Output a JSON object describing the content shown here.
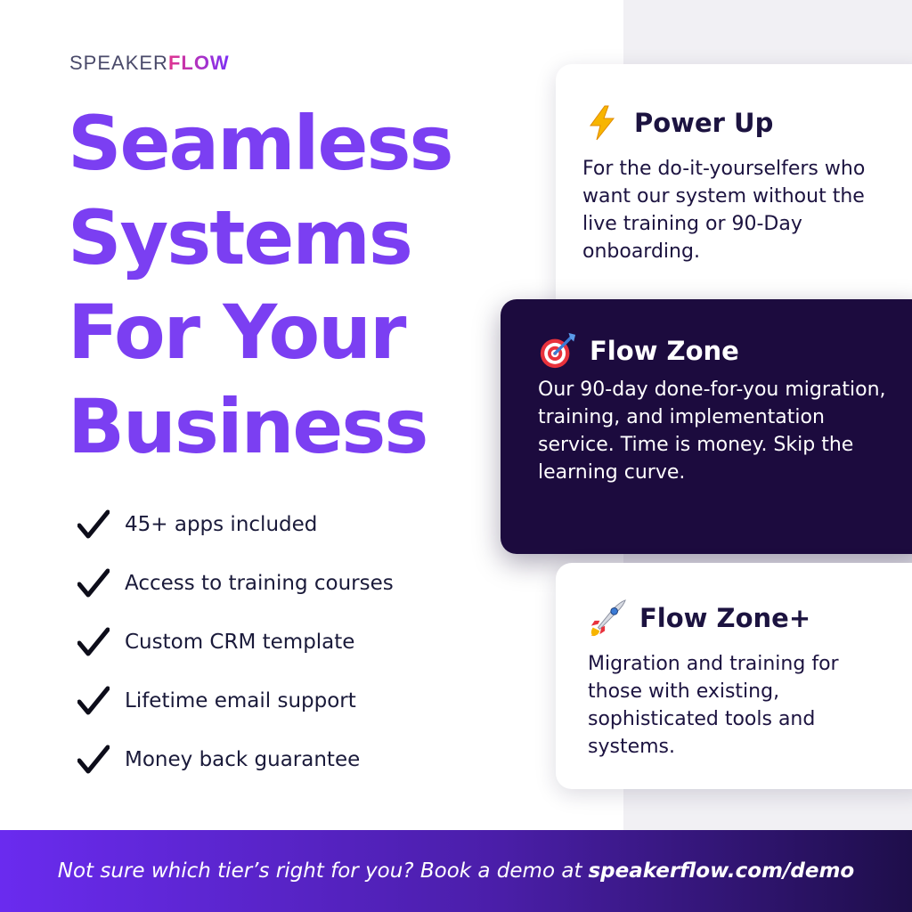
{
  "brand": {
    "logo_prefix": "SPEAKER",
    "logo_accent": "FLOW"
  },
  "headline": [
    "Seamless",
    "Systems",
    "For Your",
    "Business"
  ],
  "features": [
    {
      "label": "45+ apps included",
      "icon": "checkmark-icon"
    },
    {
      "label": "Access to training courses",
      "icon": "checkmark-icon"
    },
    {
      "label": "Custom CRM template",
      "icon": "checkmark-icon"
    },
    {
      "label": "Lifetime email support",
      "icon": "checkmark-icon"
    },
    {
      "label": "Money back guarantee",
      "icon": "checkmark-icon"
    }
  ],
  "tiers": {
    "power_up": {
      "title": "Power Up",
      "icon": "lightning-icon",
      "description": "For the do-it-yourselfers who want our system without the live training or 90-Day onboarding."
    },
    "flow_zone": {
      "title": "Flow Zone",
      "icon": "target-icon",
      "description": "Our 90-day done-for-you migration, training, and implementation service. Time is money. Skip the learning curve."
    },
    "flow_zone_plus": {
      "title": "Flow Zone+",
      "icon": "rocket-icon",
      "description": "Migration and training for those with existing, sophisticated tools and systems."
    }
  },
  "footer": {
    "text": "Not sure which tier’s right for you? Book a demo at",
    "link": "speakerflow.com/demo"
  },
  "colors": {
    "headline": "#7b3ff2",
    "dark_card": "#1c0b3e",
    "footer_start": "#6a2bef",
    "footer_end": "#1e0e4a"
  }
}
